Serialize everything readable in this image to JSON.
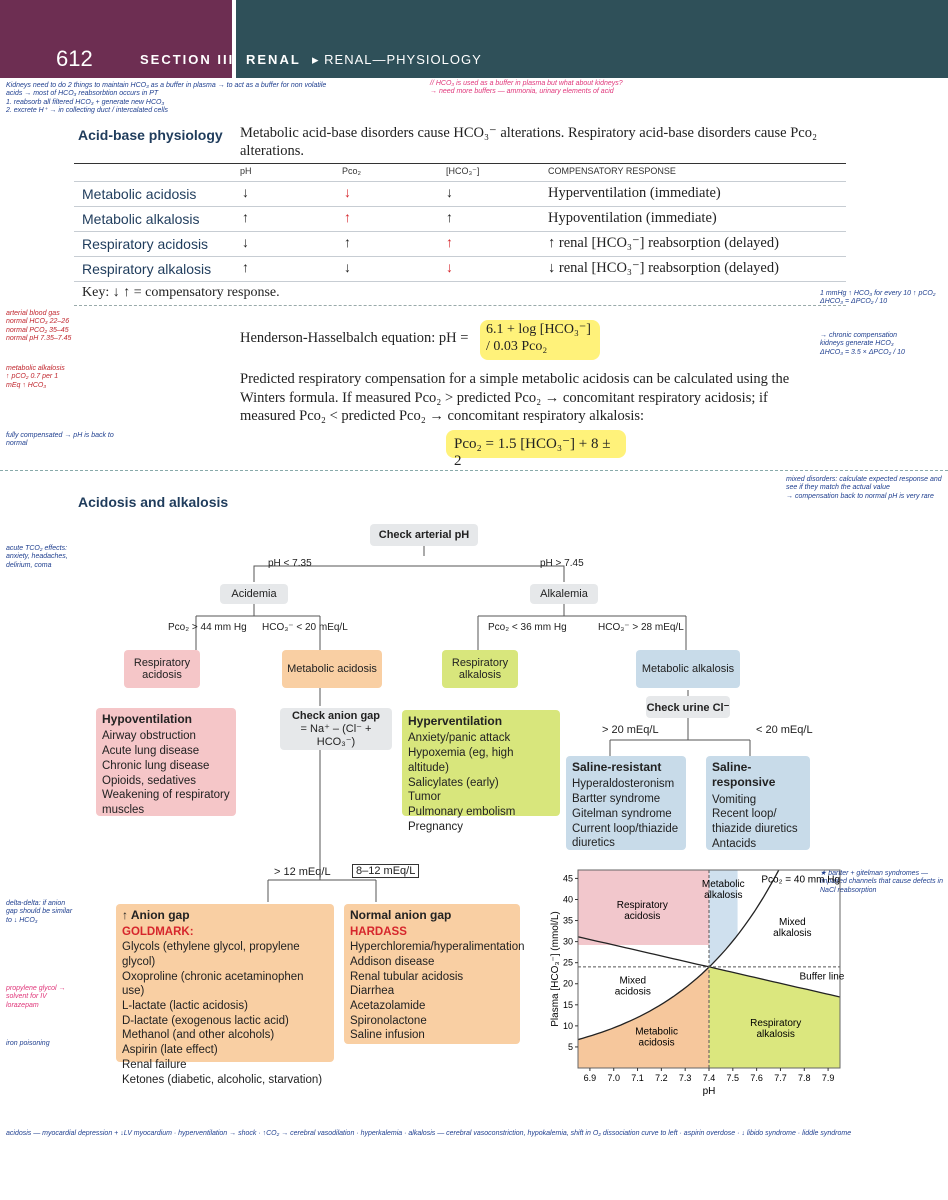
{
  "header": {
    "page_number": "612",
    "section": "SECTION III",
    "chapter": "RENAL",
    "subchapter": "RENAL—PHYSIOLOGY"
  },
  "acid_base": {
    "title": "Acid-base physiology",
    "intro": "Metabolic acid-base disorders cause HCO₃⁻ alterations. Respiratory acid-base disorders cause Pco₂ alterations.",
    "col_ph": "pH",
    "col_pco2": "Pco₂",
    "col_hco3": "[HCO₃⁻]",
    "col_resp": "COMPENSATORY RESPONSE",
    "rows": [
      {
        "label": "Metabolic acidosis",
        "ph": "↓",
        "pco2": "↓",
        "hco3": "↓",
        "response": "Hyperventilation (immediate)"
      },
      {
        "label": "Metabolic alkalosis",
        "ph": "↑",
        "pco2": "↑",
        "hco3": "↑",
        "response": "Hypoventilation (immediate)"
      },
      {
        "label": "Respiratory acidosis",
        "ph": "↓",
        "pco2": "↑",
        "hco3": "↑",
        "response": "↑ renal [HCO₃⁻] reabsorption (delayed)"
      },
      {
        "label": "Respiratory alkalosis",
        "ph": "↑",
        "pco2": "↓",
        "hco3": "↓",
        "response": "↓ renal [HCO₃⁻] reabsorption (delayed)"
      }
    ],
    "key": "Key: ↓ ↑ = compensatory response.",
    "hh_label": "Henderson-Hasselbalch equation:  pH = ",
    "hh_eq": "6.1 + log [HCO₃⁻] / 0.03 Pco₂",
    "winters_text": "Predicted respiratory compensation for a simple metabolic acidosis can be calculated using the Winters formula. If measured Pco₂ > predicted Pco₂ → concomitant respiratory acidosis; if measured Pco₂ < predicted Pco₂ → concomitant respiratory alkalosis:",
    "winters_eq": "Pco₂ = 1.5 [HCO₃⁻] + 8 ± 2"
  },
  "flow": {
    "title": "Acidosis and alkalosis",
    "check_ph": "Check arterial pH",
    "ph_low": "pH < 7.35",
    "ph_high": "pH > 7.45",
    "acidemia": "Acidemia",
    "alkalemia": "Alkalemia",
    "pco2_44": "Pco₂ > 44 mm Hg",
    "hco3_20": "HCO₃⁻ < 20 mEq/L",
    "pco2_36": "Pco₂ < 36 mm Hg",
    "hco3_28": "HCO₃⁻ > 28 mEq/L",
    "resp_acidosis": "Respiratory acidosis",
    "met_acidosis": "Metabolic acidosis",
    "resp_alkalosis": "Respiratory alkalosis",
    "met_alkalosis": "Metabolic alkalosis",
    "hypovent_title": "Hypoventilation",
    "hypovent_items": [
      "Airway obstruction",
      "Acute lung disease",
      "Chronic lung disease",
      "Opioids, sedatives",
      "Weakening of respiratory muscles"
    ],
    "anion_gap_title": "Check anion gap",
    "anion_gap_formula": "= Na⁺ – (Cl⁻ + HCO₃⁻)",
    "hypervent_title": "Hyperventilation",
    "hypervent_items": [
      "Anxiety/panic attack",
      "Hypoxemia (eg, high altitude)",
      "Salicylates (early)",
      "Tumor",
      "Pulmonary embolism",
      "Pregnancy"
    ],
    "urine_cl": "Check urine Cl⁻",
    "gt20": "> 20 mEq/L",
    "lt20": "< 20 mEq/L",
    "saline_res_title": "Saline-resistant",
    "saline_res_items": [
      "Hyperaldosteronism",
      "Bartter syndrome",
      "Gitelman syndrome",
      "Current loop/thiazide diuretics"
    ],
    "saline_resp_title": "Saline-responsive",
    "saline_resp_items": [
      "Vomiting",
      "Recent loop/ thiazide diuretics",
      "Antacids"
    ],
    "gt12": "> 12 mEq/L",
    "normal_range": "8–12 mEq/L",
    "high_ag_title": "↑ Anion gap",
    "goldmark": "GOLDMARK:",
    "high_ag_items": [
      "Glycols (ethylene glycol, propylene glycol)",
      "Oxoproline (chronic acetaminophen use)",
      "L-lactate (lactic acidosis)",
      "D-lactate (exogenous lactic acid)",
      "Methanol (and other alcohols)",
      "Aspirin (late effect)",
      "Renal failure",
      "Ketones (diabetic, alcoholic, starvation)"
    ],
    "normal_ag_title": "Normal anion gap",
    "hardass": "HARDASS",
    "normal_ag_items": [
      "Hyperchloremia/hyperalimentation",
      "Addison disease",
      "Renal tubular acidosis",
      "Diarrhea",
      "Acetazolamide",
      "Spironolactone",
      "Saline infusion"
    ]
  },
  "chart_data": {
    "type": "area",
    "xlabel": "pH",
    "ylabel": "Plasma [HCO₃⁻] (mmol/L)",
    "x_ticks": [
      "6.9",
      "7.0",
      "7.1",
      "7.2",
      "7.3",
      "7.4",
      "7.5",
      "7.6",
      "7.7",
      "7.8",
      "7.9"
    ],
    "y_ticks": [
      "5",
      "10",
      "15",
      "20",
      "25",
      "30",
      "35",
      "40",
      "45"
    ],
    "xlim": [
      6.85,
      7.95
    ],
    "ylim": [
      0,
      47
    ],
    "regions": [
      {
        "name": "Respiratory acidosis",
        "color": "#f2c7cc"
      },
      {
        "name": "Metabolic alkalosis",
        "color": "#cfe0ee"
      },
      {
        "name": "Mixed alkalosis",
        "color": "#ffffff"
      },
      {
        "name": "Mixed acidosis",
        "color": "#ffffff"
      },
      {
        "name": "Metabolic acidosis",
        "color": "#f6c79c"
      },
      {
        "name": "Respiratory alkalosis",
        "color": "#dbe77e"
      }
    ],
    "annotations": [
      "Pco₂ = 40 mm Hg",
      "Buffer line"
    ]
  }
}
